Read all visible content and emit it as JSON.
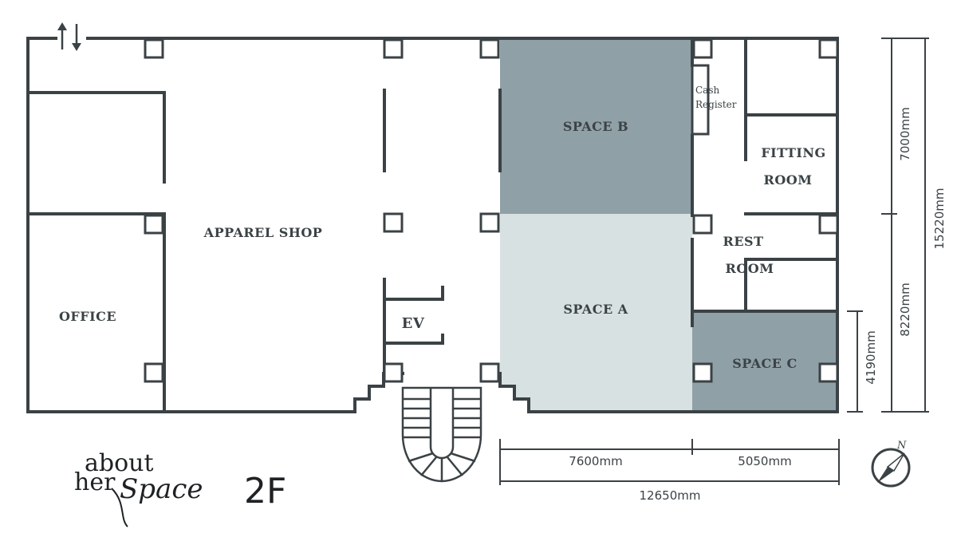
{
  "rooms": {
    "apparel_shop": "APPAREL SHOP",
    "office": "OFFICE",
    "ev": "EV",
    "space_a": "SPACE A",
    "space_b": "SPACE B",
    "space_c": "SPACE C",
    "cash_register_line1": "Cash",
    "cash_register_line2": "Register",
    "fitting_line1": "FITTING",
    "fitting_line2": "ROOM",
    "rest_line1": "REST",
    "rest_line2": "ROOM"
  },
  "dimensions": {
    "space_a_width": "7600mm",
    "space_c_width": "5050mm",
    "total_width": "12650mm",
    "upper_depth": "7000mm",
    "lower_depth": "8220mm",
    "total_depth": "15220mm",
    "space_c_depth": "4190mm"
  },
  "floor": "2F",
  "logo": {
    "line1": "about",
    "line2": "her",
    "script": "Space"
  },
  "compass": {
    "north": "N"
  },
  "colors": {
    "wall": "#3b4245",
    "space_a": "#d8e1e2",
    "space_b": "#8fa0a6",
    "space_c": "#8fa0a6"
  },
  "icons": {
    "exit": "up-down-arrows-icon",
    "compass": "compass-icon"
  }
}
